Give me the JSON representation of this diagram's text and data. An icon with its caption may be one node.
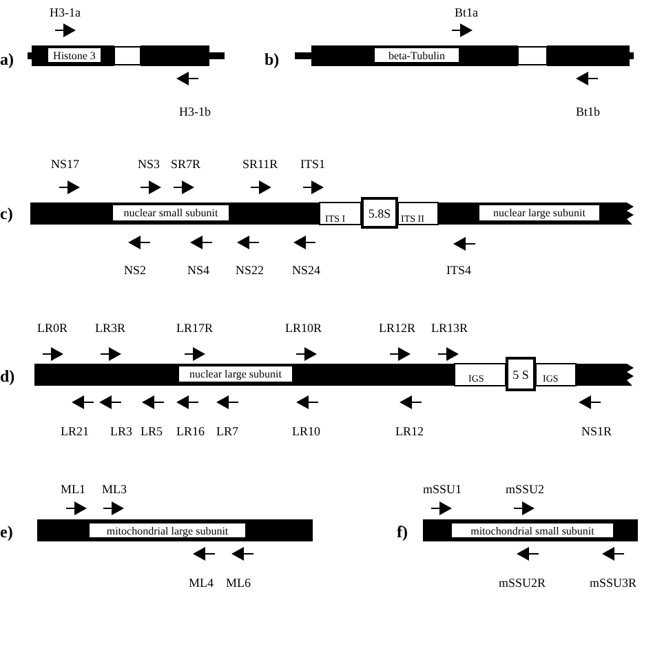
{
  "diagram": {
    "nodes": [
      {
        "text": [
          "Histone 3"
        ]
      },
      {
        "text": [
          "beta-Tubulin"
        ]
      },
      {
        "text": [
          "nuclear small subunit"
        ]
      },
      {
        "text": [
          "5.8S"
        ]
      },
      {
        "text": [
          "nuclear large subunit"
        ]
      },
      {
        "text": [
          "nuclear large subunit"
        ]
      },
      {
        "text": [
          "5 S"
        ]
      },
      {
        "text": [
          "mitochondrial large subunit"
        ]
      },
      {
        "text": [
          "mitochondrial small subunit"
        ]
      }
    ],
    "labels": [
      "a)",
      "H3-1a",
      "H3-1b",
      "b)",
      "Bt1a",
      "Bt1b",
      "c)",
      "NS17",
      "NS3",
      "SR7R",
      "SR11R",
      "ITS1",
      "ITS I",
      "ITS II",
      "NS2",
      "NS4",
      "NS22",
      "NS24",
      "ITS4",
      "d)",
      "LR0R",
      "LR3R",
      "LR17R",
      "LR10R",
      "LR12R",
      "LR13R",
      "IGS",
      "IGS",
      "LR21",
      "LR3",
      "LR5",
      "LR16",
      "LR7",
      "LR10",
      "LR12",
      "NS1R",
      "e)",
      "ML1",
      "ML3",
      "ML4",
      "ML6",
      "f)",
      "mSSU1",
      "mSSU2",
      "mSSU2R",
      "mSSU3R"
    ]
  }
}
